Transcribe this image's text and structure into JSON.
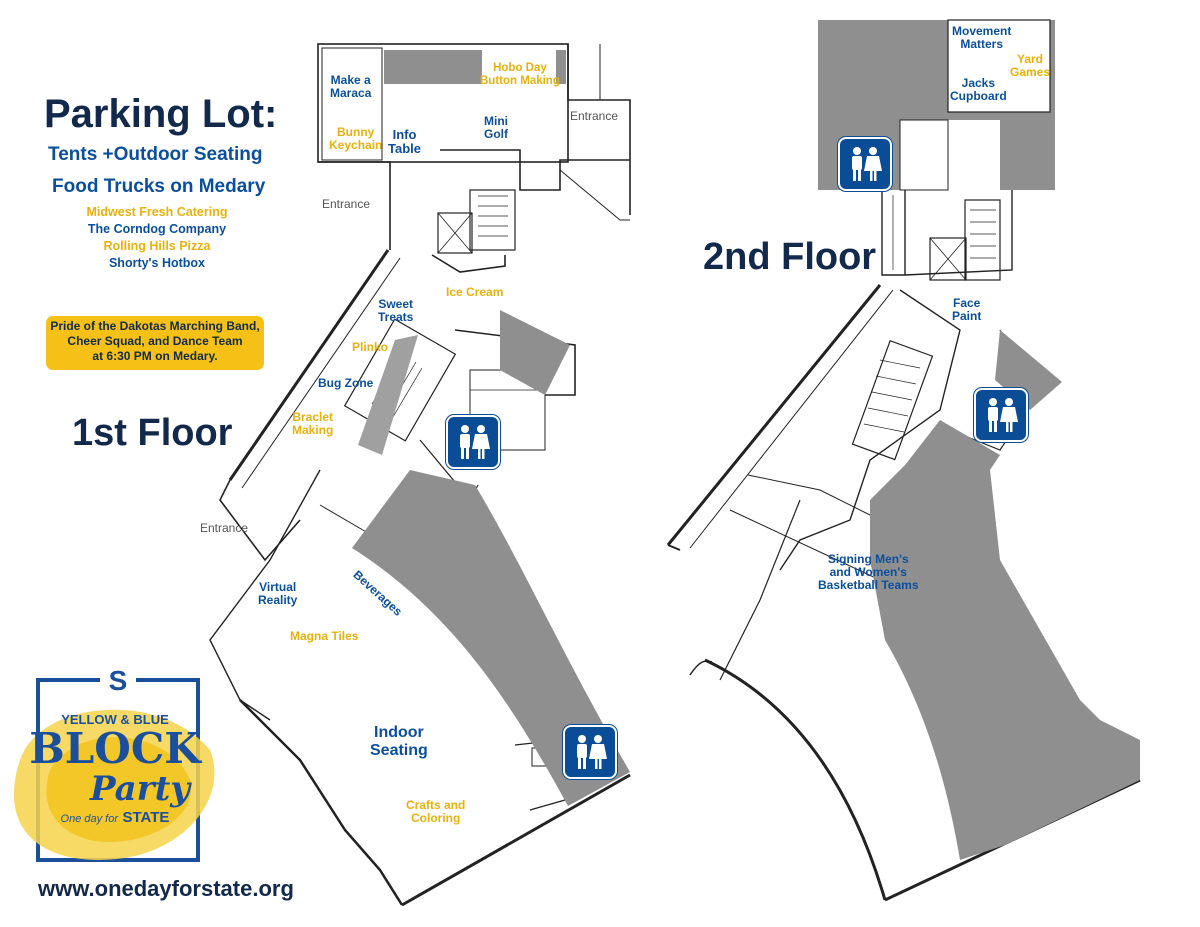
{
  "left_panel": {
    "parking_title": "Parking Lot:",
    "tents_label": "Tents +Outdoor Seating",
    "food_trucks_title": "Food Trucks on Medary",
    "food_trucks": [
      {
        "name": "Midwest Fresh Catering",
        "color": "#e8b10c"
      },
      {
        "name": "The Corndog Company",
        "color": "#0b4f9c"
      },
      {
        "name": "Rolling Hills Pizza",
        "color": "#e8b10c"
      },
      {
        "name": "Shorty's Hotbox",
        "color": "#0b4f9c"
      }
    ],
    "band_notice": [
      "Pride of the Dakotas Marching Band,",
      "Cheer Squad, and Dance Team",
      "at 6:30 PM on Medary."
    ],
    "first_floor_title": "1st Floor"
  },
  "first_floor_labels": {
    "make_maraca": [
      "Make a",
      "Maraca"
    ],
    "hobo_day": [
      "Hobo Day",
      "Button Making"
    ],
    "bunny_keychain": [
      "Bunny",
      "Keychain"
    ],
    "info_table": [
      "Info",
      "Table"
    ],
    "mini_golf": [
      "Mini",
      "Golf"
    ],
    "entrance_top": "Entrance",
    "entrance_left": "Entrance",
    "entrance_bottom": "Entrance",
    "ice_cream": "Ice Cream",
    "sweet_treats": [
      "Sweet",
      "Treats"
    ],
    "plinko": "Plinko",
    "bug_zone": "Bug Zone",
    "bracelet_making": [
      "Braclet",
      "Making"
    ],
    "virtual_reality": [
      "Virtual",
      "Reality"
    ],
    "beverages": "Beverages",
    "magna_tiles": "Magna Tiles",
    "indoor_seating": [
      "Indoor",
      "Seating"
    ],
    "crafts_coloring": [
      "Crafts and",
      "Coloring"
    ]
  },
  "second_floor_labels": {
    "title": "2nd Floor",
    "movement_matters": [
      "Movement",
      "Matters"
    ],
    "yard_games": [
      "Yard",
      "Games"
    ],
    "jacks_cupboard": [
      "Jacks",
      "Cupboard"
    ],
    "face_paint": [
      "Face",
      "Paint"
    ],
    "signing": [
      "Signing Men's",
      "and Women's",
      "Basketball Teams"
    ]
  },
  "restroom_icon": "restroom-icon",
  "logo": {
    "line1": "YELLOW & BLUE",
    "line2": "BLOCK",
    "line3": "Party",
    "line4": "One day for",
    "line5": "STATE"
  },
  "website": "www.onedayforstate.org",
  "colors": {
    "navy": "#13294b",
    "blue": "#0b4f9c",
    "yellow": "#e8b10c",
    "gray_fill": "#8f8f8f",
    "restroom": "#0a4d96"
  }
}
